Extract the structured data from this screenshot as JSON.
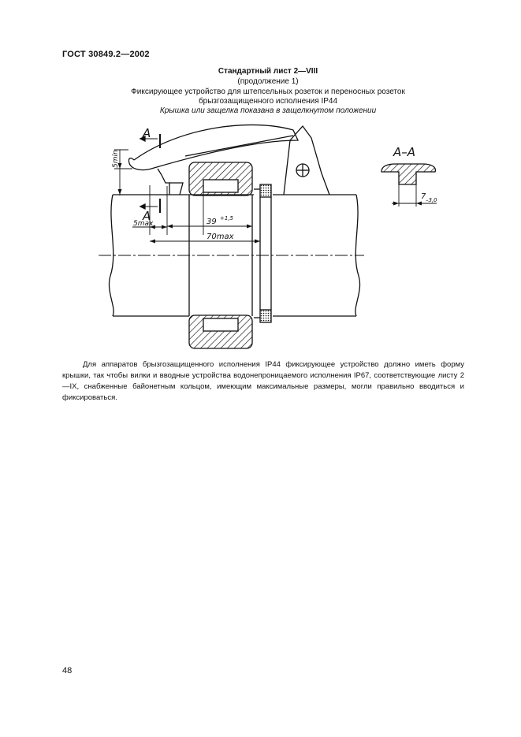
{
  "header": {
    "doc_code": "ГОСТ 30849.2—2002"
  },
  "caption": {
    "title": "Стандартный лист 2—VIII",
    "continuation": "(продолжение 1)",
    "line1": "Фиксирующее устройство для штепсельных розеток и переносных розеток",
    "line2": "брызгозащищенного исполнения IP44",
    "line3": "Крышка или защелка показана в защелкнутом положении"
  },
  "drawing": {
    "section_label": "A",
    "section_view_label": "A–A",
    "dim_5min": "5min",
    "dim_5max": "5max",
    "dim_39": "39",
    "dim_39_tol": "+1,5",
    "dim_70max": "70max",
    "dim_7": "7",
    "dim_7_tol": "–3,0"
  },
  "body": {
    "paragraph": "Для аппаратов брызгозащищенного исполнения IP44 фиксирующее устройство должно иметь форму крышки, так чтобы вилки и вводные устройства водонепроницаемого исполнения IP67, соответствующие листу 2—IX, снабженные байонетным кольцом, имеющим максимальные размеры, могли правильно вводиться и фиксироваться."
  },
  "footer": {
    "page_number": "48"
  }
}
